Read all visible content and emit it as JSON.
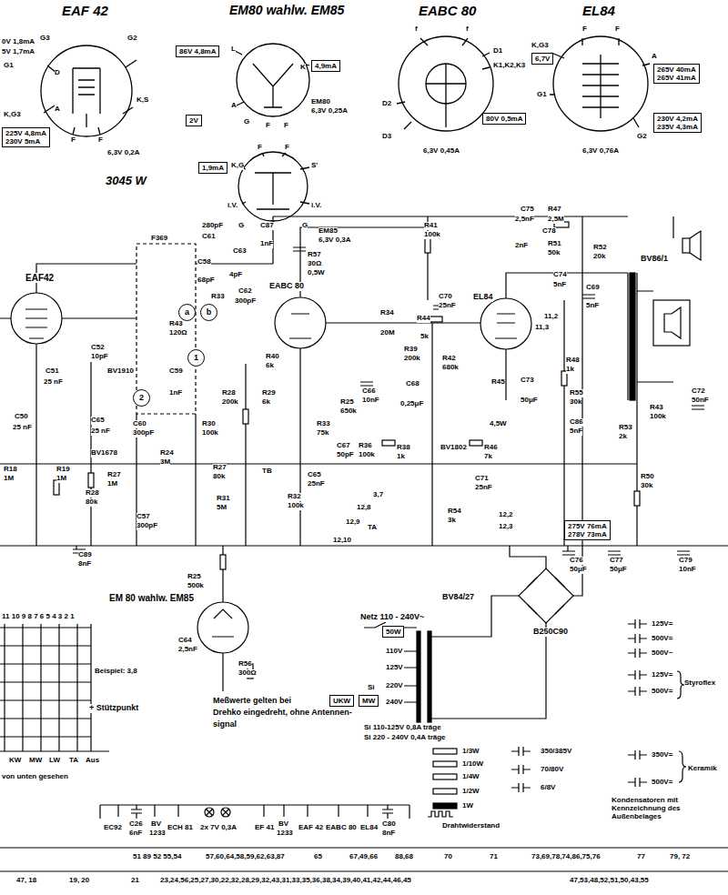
{
  "diagram": {
    "nodes": [
      {
        "text": [
          "86V 4,8mA"
        ]
      },
      {
        "text": [
          "2V"
        ]
      },
      {
        "text": [
          "225V 4,8mA",
          "230V 5mA"
        ]
      },
      {
        "text": [
          "4,9mA"
        ]
      },
      {
        "text": [
          "1,9mA"
        ]
      },
      {
        "text": [
          "6,7V"
        ]
      },
      {
        "text": [
          "80V 0,5mA"
        ]
      },
      {
        "text": [
          "265V 40mA",
          "265V 41mA"
        ]
      },
      {
        "text": [
          "230V 4,2mA",
          "235V 4,3mA"
        ]
      },
      {
        "text": [
          "275V 76mA",
          "278V 73mA"
        ]
      },
      {
        "text": [
          "50W"
        ]
      },
      {
        "text": [
          "UKW"
        ]
      },
      {
        "text": [
          "MW"
        ]
      },
      {
        "text": [
          "a"
        ]
      },
      {
        "text": [
          "b"
        ]
      },
      {
        "text": [
          "1"
        ]
      },
      {
        "text": [
          "2"
        ]
      }
    ],
    "labels": [
      "EAF 42",
      "EM80 wahlw. EM85",
      "EABC 80",
      "EL84",
      "3045 W",
      "0V 1,8mA",
      "5V 1,7mA",
      "G1",
      "G3",
      "G2",
      "D",
      "A",
      "K,G3",
      "F",
      "F",
      "K,S",
      "6,3V 0,2A",
      "L",
      "K",
      "A",
      "G",
      "F",
      "F",
      "EM80",
      "6,3V 0,25A",
      "F",
      "F",
      "K,G",
      "S'",
      "i.V.",
      "i.V.",
      "G",
      "G",
      "EM85",
      "6,3V 0,3A",
      "f",
      "f",
      "D1",
      "K1,K2,K3",
      "D2",
      "D3",
      "6,3V 0,45A",
      "F",
      "F",
      "K,G3",
      "G1",
      "A",
      "G2",
      "6,3V 0,76A",
      "EAF42",
      "F369",
      "C58",
      "68pF",
      "280pF",
      "C61",
      "C63",
      "4pF",
      "R33",
      "C62",
      "300pF",
      "C87",
      "1nF",
      "R57",
      "30Ω",
      "0,5W",
      "EABC 80",
      "R43",
      "120Ω",
      "R41",
      "100k",
      "C75",
      "2,5nF",
      "R47",
      "2,5M",
      "C78",
      "2nF",
      "R51",
      "50k",
      "R52",
      "20k",
      "C70",
      "25nF",
      "EL84",
      "R34",
      "20M",
      "R44",
      "5k",
      "C74",
      "5nF",
      "C69",
      "5nF",
      "BV86/1",
      "11,2",
      "11,3",
      "R39",
      "200k",
      "R42",
      "680k",
      "C66",
      "10nF",
      "C68",
      "0,25μF",
      "R48",
      "1k",
      "R45",
      "4,5W",
      "C73",
      "50μF",
      "R55",
      "30k",
      "C86",
      "5nF",
      "R43",
      "100k",
      "C72",
      "50nF",
      "R53",
      "2k",
      "R25",
      "650k",
      "R33",
      "75k",
      "C67",
      "50pF",
      "R36",
      "100k",
      "R38",
      "1k",
      "BV1802",
      "R46",
      "7k",
      "C71",
      "25nF",
      "R54",
      "3k",
      "12,2",
      "12,3",
      "R50",
      "30k",
      "C76",
      "50μF",
      "C77",
      "50μF",
      "C79",
      "10nF",
      "TA",
      "3,7",
      "12,8",
      "12,9",
      "12,10",
      "TB",
      "R32",
      "100k",
      "C65",
      "25nF",
      "C52",
      "10pF",
      "C51",
      "25 nF",
      "C50",
      "25 nF",
      "C65",
      "25 nF",
      "R18",
      "1M",
      "R19",
      "1M",
      "R28",
      "80k",
      "BV1910",
      "C60",
      "300pF",
      "C59",
      "1nF",
      "R27",
      "1M",
      "BV1678",
      "R24",
      "3M",
      "C57",
      "300pF",
      "R30",
      "100k",
      "R28",
      "200k",
      "R29",
      "6k",
      "R40",
      "6k",
      "R27",
      "80k",
      "R31",
      "5M",
      "C89",
      "8nF",
      "R25",
      "500k",
      "C64",
      "2,5nF",
      "R56",
      "300Ω",
      "EM 80 wahlw. EM85",
      "Meßwerte gelten bei",
      "Drehko eingedreht, ohne Antennen-",
      "signal",
      "BV84/27",
      "Netz 110 - 240V~",
      "110V",
      "125V",
      "220V",
      "240V",
      "Si",
      "Si 110-125V 0,8A träge",
      "Si 220 - 240V 0,4A träge",
      "B250C90",
      "125V=",
      "500V=",
      "500V~",
      "125V=",
      "500V=",
      "Styroflex",
      "350V=",
      "500V=",
      "Keramik",
      "350/385V",
      "70/80V",
      "6/8V",
      "Kondensatoren mit Kennzeichnung des Außenbelages",
      "1/3W",
      "1/10W",
      "1/4W",
      "1/2W",
      "1W",
      "Drahtwiderstand",
      "11 10 9 8 7 6 5 4 3 2 1",
      "Beispiel: 3,8",
      "+ Stützpunkt",
      "von unten gesehen",
      "KW",
      "MW",
      "LW",
      "TA",
      "Aus",
      "EC92",
      "C26",
      "6nF",
      "BV",
      "1233",
      "ECH 81",
      "2x 7V 0,3A",
      "EF 41",
      "BV",
      "1233",
      "EAF 42",
      "EABC 80",
      "EL84",
      "C80",
      "8nF",
      "51 89 52 55,54",
      "57,60,64,58,59,62,63,87",
      "65",
      "67,49,66",
      "88,68",
      "70",
      "71",
      "73,69,78,74,86,75,76",
      "77",
      "79, 72",
      "47, 18",
      "19, 20",
      "21",
      "23,24,56,25,27,30,22,32,28,29,32,43,31,33,35,36,38,34,39,40,41,42,44,46,45",
      "47,53,48,52,51,50,43,55"
    ]
  }
}
